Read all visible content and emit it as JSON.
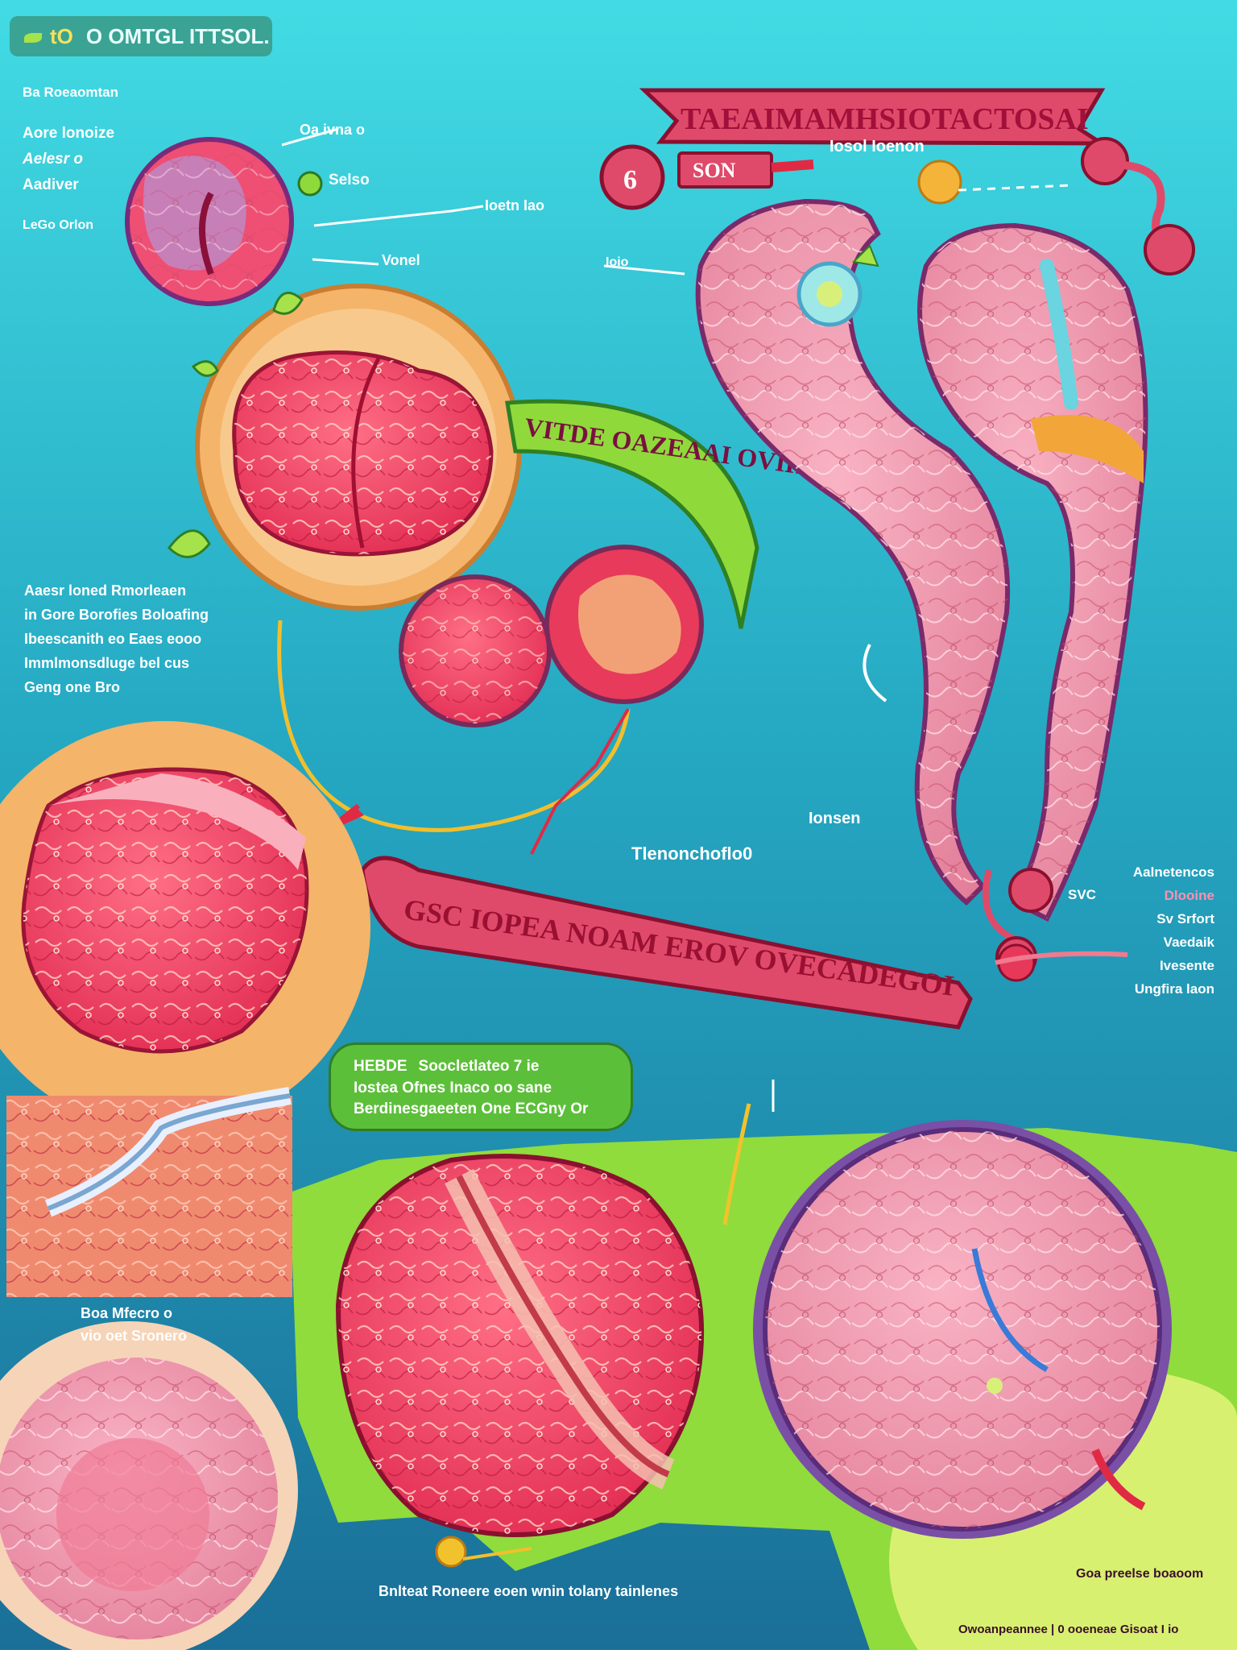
{
  "header": {
    "badge_number": "tO",
    "title": "O OMTGL ITTSOL."
  },
  "left_column": {
    "intro": "Ba Roeaomtan",
    "notes_a": [
      "Aore lonoize",
      "Aelesr o",
      "Aadiver"
    ],
    "note_b": "LeGo Orlon",
    "paragraph": [
      "Aaesr loned Rmorleaen",
      "in Gore Borofies Boloafing",
      "Ibeescanith eo Eaes eooo",
      "Immlmonsdluge bel cus",
      "Geng one Bro"
    ],
    "lower_caption": [
      "Boa Mfecro o",
      "vio oet Sronero"
    ]
  },
  "top_callouts": {
    "upper": "Oa ivna o",
    "upper_green": "Selso",
    "middle": "Ioetn Iao",
    "lower": "Vonel"
  },
  "banners": {
    "top_ribbon": "TAEAIMAMHSIOTACTOSAI",
    "small_tag": "SON",
    "tag_badge": "6",
    "curved_green": "VITDE OAZEAAI OVIHIL",
    "middle_ribbon": "GSC IOPEA NOAM EROV OVECADEGOI"
  },
  "right_callouts": {
    "upper": "Iosol Ioenon",
    "left_small": "Ioio",
    "middle": "Tlenonchoflo0",
    "middle_b": "Ionsen",
    "side_labels": [
      "Aalnetencos",
      "Dlooine",
      "Sv Srfort",
      "Vaedaik",
      "Ivesente",
      "Ungfira laon"
    ],
    "side_small": "SVC"
  },
  "green_note": {
    "lines": [
      {
        "head": "HEBDE",
        "text": "Soocletlateo 7 ie"
      },
      {
        "head": "",
        "text": "Iostea Ofnes Inaco oo sane"
      },
      {
        "head": "",
        "text": "Berdinesgaeeten One ECGny Or"
      }
    ]
  },
  "bottom": {
    "caption": "Bnlteat Roneere eoen wnin tolany tainlenes",
    "right_caption_top": "Goa preelse boaoom",
    "right_caption_bottom": "Owoanpeannee | 0 ooeneae Gisoat I io"
  },
  "colors": {
    "background_top": "#3fd9e3",
    "background_bottom": "#1a7f9e",
    "ribbon": "#e04a6a",
    "green": "#8fd93b",
    "tissue": "#f0889c",
    "tissue_dark": "#e8385a",
    "ring": "#f4b46a"
  },
  "icons": [
    "leaf-icon",
    "arrow-icon",
    "circle-marker-icon"
  ]
}
